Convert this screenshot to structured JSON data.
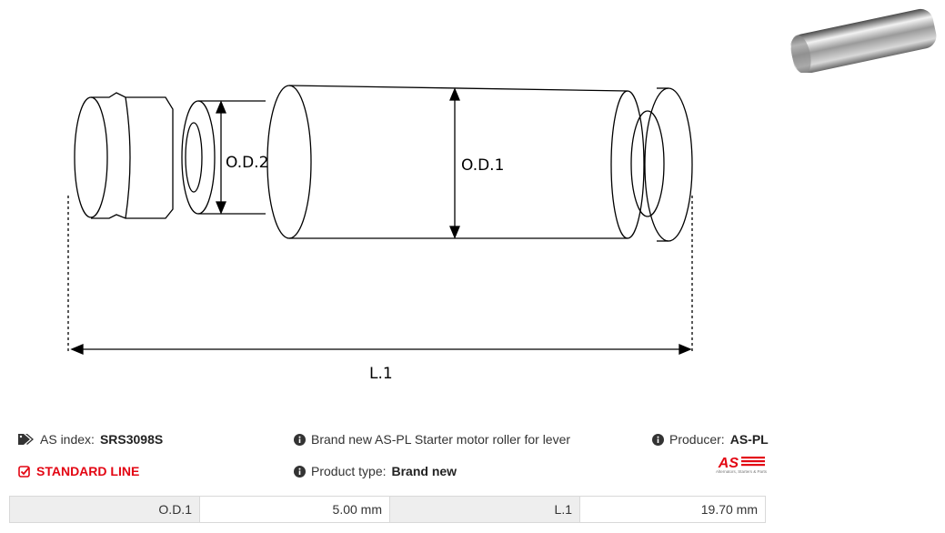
{
  "drawing": {
    "labels": {
      "od1": "O.D.1",
      "od2": "O.D.2",
      "l1": "L.1"
    }
  },
  "info": {
    "as_index_label": "AS index:",
    "as_index_value": "SRS3098S",
    "description": "Brand new AS-PL Starter motor roller for lever",
    "producer_label": "Producer:",
    "producer_value": "AS-PL",
    "line": "STANDARD LINE",
    "product_type_label": "Product type:",
    "product_type_value": "Brand new",
    "logo_text": "AS",
    "logo_tagline": "Alternators, Starters & Parts",
    "icons": {
      "index": "tags-icon",
      "info": "info-circle-icon",
      "line": "check-square-icon"
    }
  },
  "specs": [
    {
      "label": "O.D.1",
      "value": "5.00 mm",
      "label2": "L.1",
      "value2": "19.70 mm"
    }
  ],
  "colors": {
    "accent_red": "#e30613",
    "table_label_bg": "#eeeeee"
  }
}
